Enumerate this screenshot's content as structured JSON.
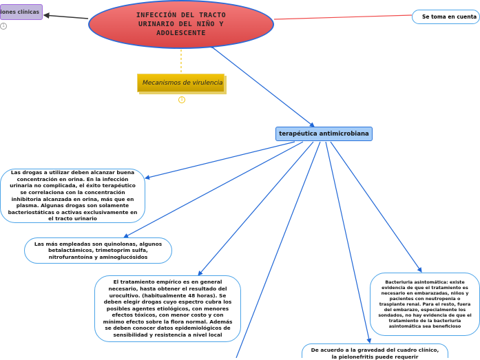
{
  "root": {
    "title": "INFECCIÓN DEL TRACTO URINARIO DEL NIÑO Y ADOLESCENTE",
    "color": "#e05555"
  },
  "nodes": {
    "clinical": {
      "label": "iones clínicas",
      "badge": "1"
    },
    "virulence": {
      "label": "Mecanismos de virulencia",
      "badge": "1"
    },
    "se_toma": {
      "label": "Se toma en cuenta"
    },
    "therapy": {
      "label": "terapéutica antimicrobiana"
    }
  },
  "notes": [
    "Las drogas a utilizar deben alcanzar buena concentración en orina. En la infección urinaria no complicada, el éxito terapéutico se correlaciona con la concentración inhibitoria alcanzada en orina, más que en plasma. Algunas drogas son solamente bacteriostáticas o activas exclusivamente en el tracto urinario",
    "Las más empleadas son quinolonas, algunos betalactámicos, trimetoprim sulfa, nitrofurantoína y aminoglucósidos",
    "El tratamiento empírico es en general necesario, hasta obtener el resultado del urocultivo. (habitualmente 48 horas). Se deben elegir drogas cuyo espectro cubra los posibles agentes etiológicos, con menores efectos tóxicos, con menor costo y con mínimo efecto sobre la flora normal. Además se deben conocer datos epidemiológicos de sensibilidad y resistencia a nivel local",
    "Bacteriuria asintomática: existe evidencia de que el tratamiento es necesario en embarazadas, niños y pacientes con neutropenia o trasplante renal. Para el resto, fuera del embarazo, especialmente los sondados, no hay evidencia de que el tratamiento de la bacteriuria asintomática sea beneficioso",
    "De acuerdo a la gravedad del cuadro clínico, la pielonefritis puede requerir"
  ],
  "colors": {
    "link_blue": "#1f66d6",
    "link_red": "#f04848",
    "link_gold": "#f1c40f",
    "link_dark": "#333333"
  }
}
